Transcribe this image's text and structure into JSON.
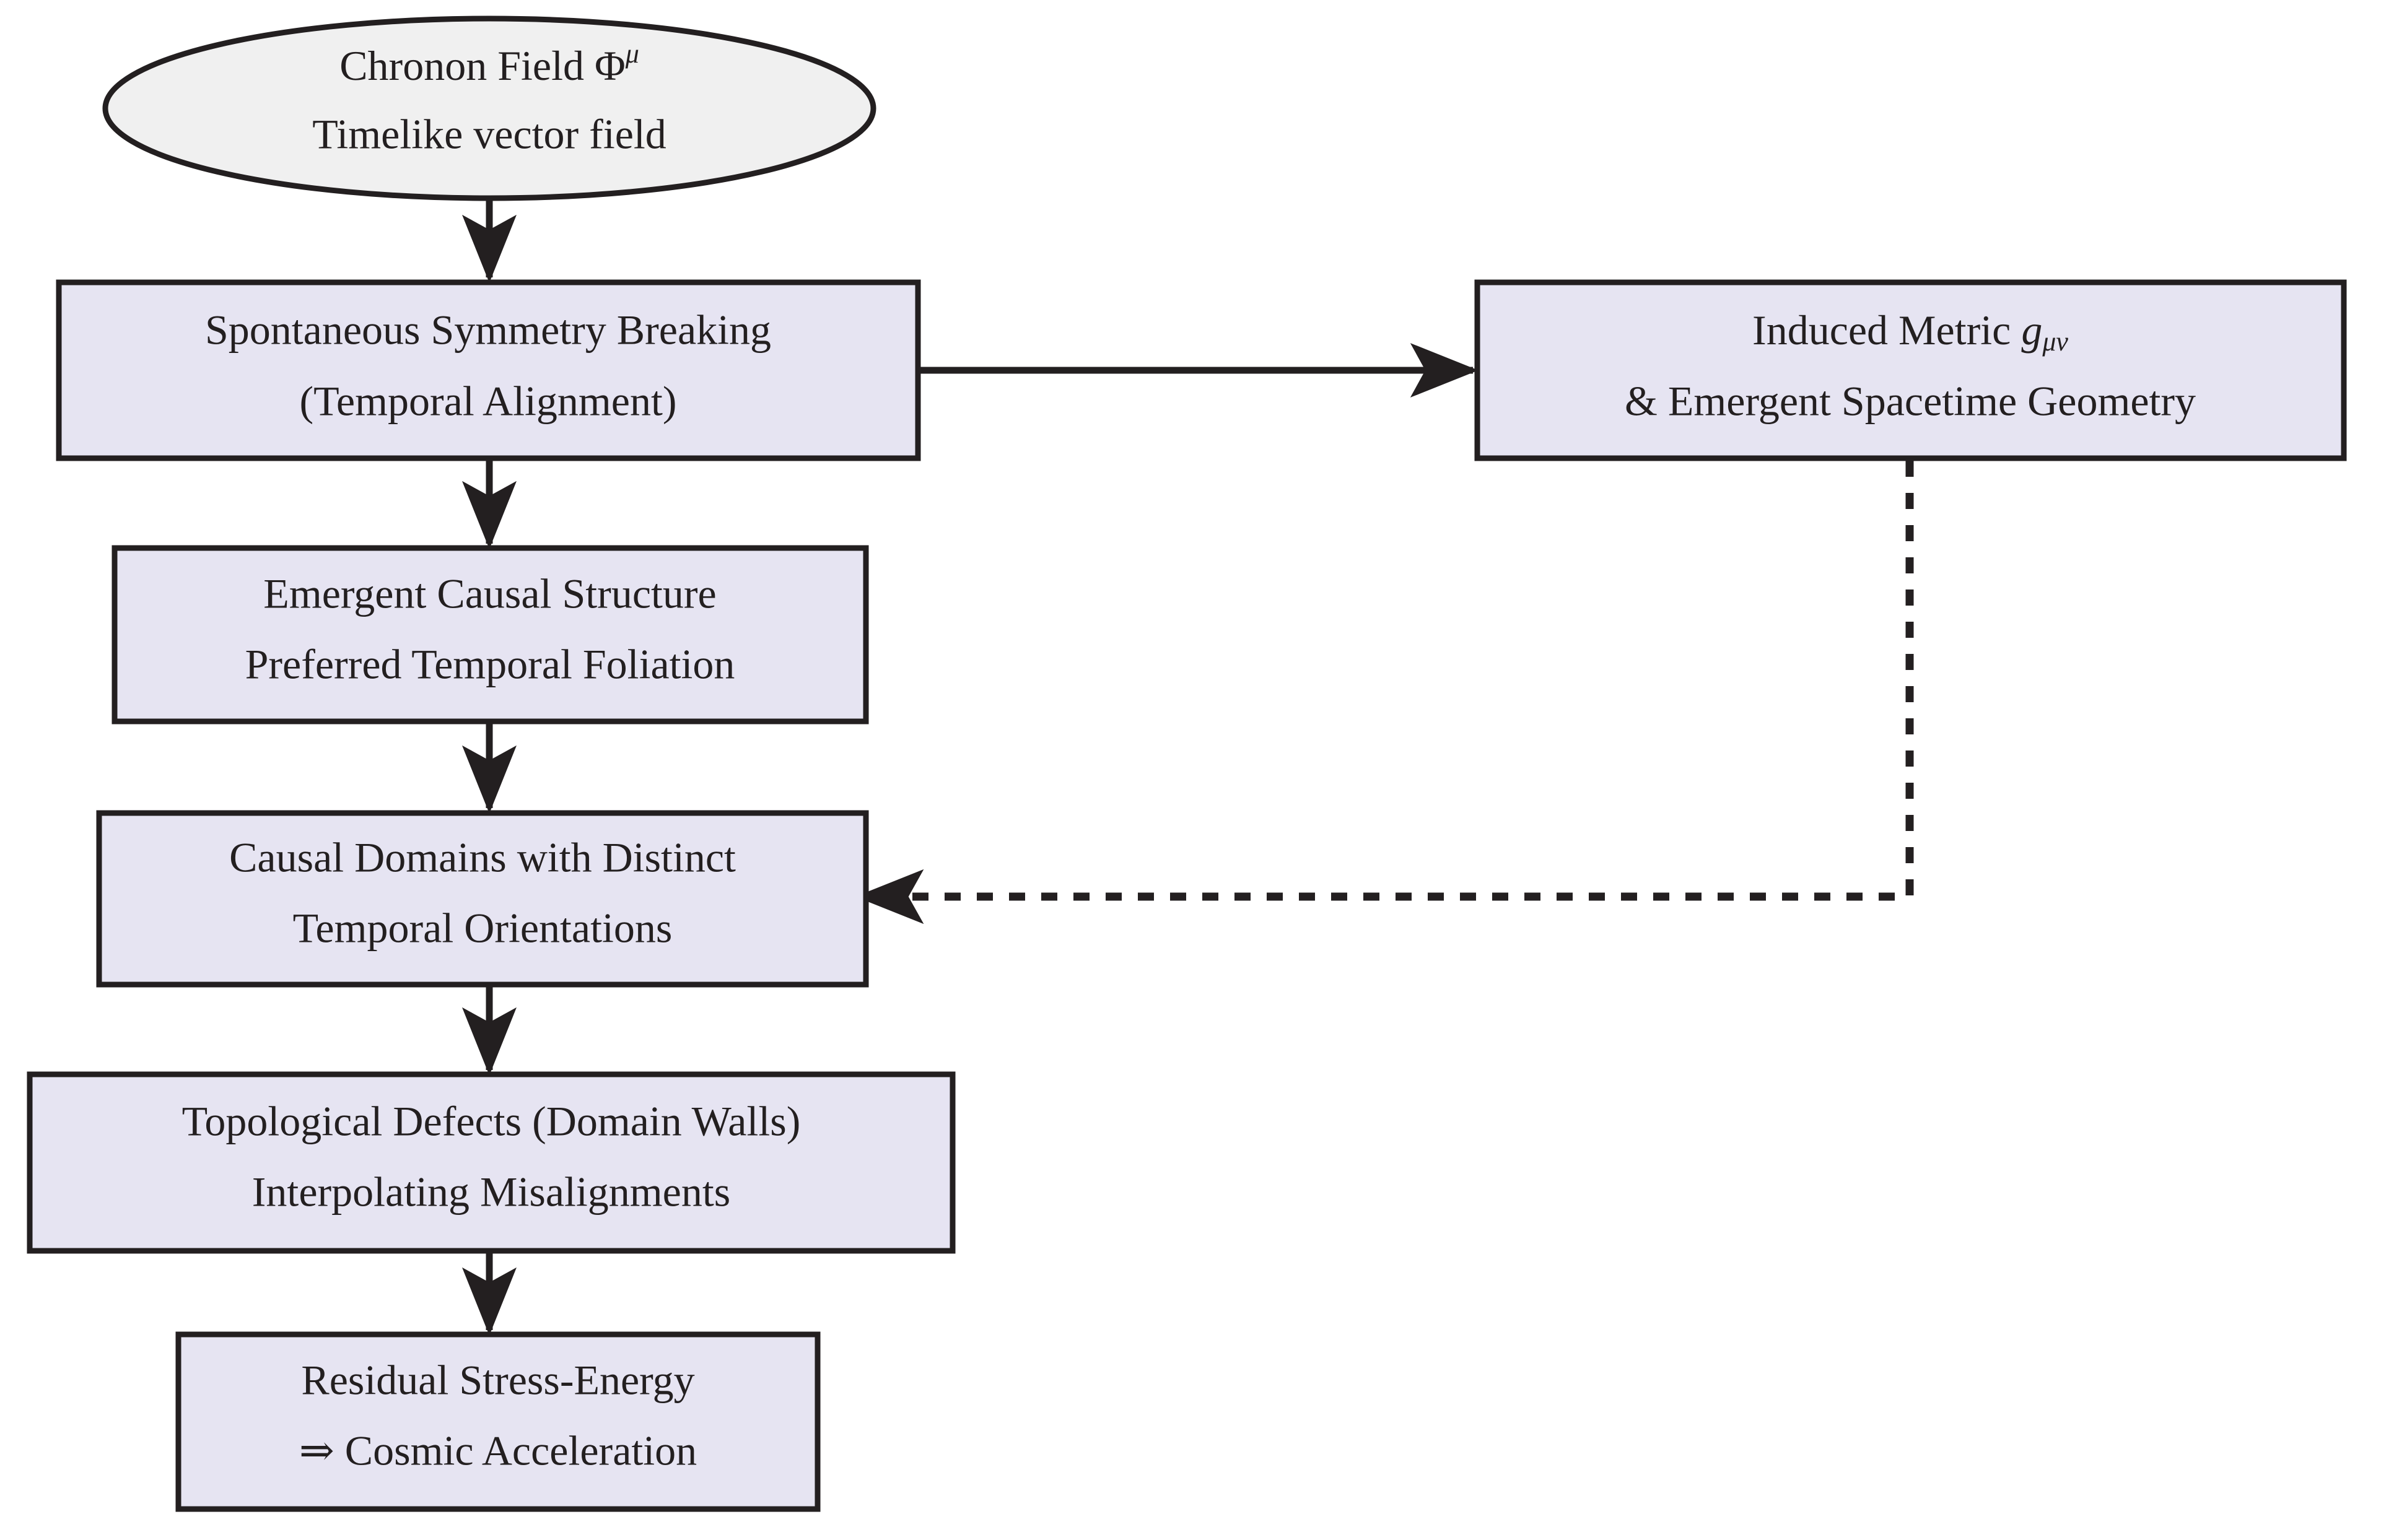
{
  "diagram": {
    "title": "Chronon field cosmology flowchart",
    "type": "flowchart",
    "background_color": "#ffffff",
    "box_fill_color": "#e6e4f2",
    "ellipse_fill_color": "#f0f0f0",
    "stroke_color": "#231f20",
    "nodes": [
      {
        "id": "chronon-field",
        "shape": "ellipse",
        "lines": [
          "Chronon Field Φμ",
          "Timelike vector field"
        ],
        "line1_main": "Chronon Field Φ",
        "line1_sup": "μ",
        "line2": "Timelike vector field"
      },
      {
        "id": "symmetry-breaking",
        "shape": "box",
        "lines": [
          "Spontaneous Symmetry Breaking",
          "(Temporal Alignment)"
        ],
        "line1": "Spontaneous Symmetry Breaking",
        "line2": "(Temporal Alignment)"
      },
      {
        "id": "induced-metric",
        "shape": "box",
        "lines": [
          "Induced Metric gμν",
          "& Emergent Spacetime Geometry"
        ],
        "line1_main": "Induced Metric ",
        "line1_math": "g",
        "line1_sub": "μν",
        "line2": "& Emergent Spacetime Geometry"
      },
      {
        "id": "causal-structure",
        "shape": "box",
        "lines": [
          "Emergent Causal Structure",
          "Preferred Temporal Foliation"
        ],
        "line1": "Emergent Causal Structure",
        "line2": "Preferred Temporal Foliation"
      },
      {
        "id": "causal-domains",
        "shape": "box",
        "lines": [
          "Causal Domains with Distinct",
          "Temporal Orientations"
        ],
        "line1": "Causal Domains with Distinct",
        "line2": "Temporal Orientations"
      },
      {
        "id": "topological-defects",
        "shape": "box",
        "lines": [
          "Topological Defects (Domain Walls)",
          "Interpolating Misalignments"
        ],
        "line1": "Topological Defects (Domain Walls)",
        "line2": "Interpolating Misalignments"
      },
      {
        "id": "residual-stress-energy",
        "shape": "box",
        "lines": [
          "Residual Stress-Energy",
          "⇒ Cosmic Acceleration"
        ],
        "line1": "Residual Stress-Energy",
        "line2": "⇒ Cosmic Acceleration"
      }
    ],
    "edges": [
      {
        "id": "edge-chronon-to-ssb",
        "from": "chronon-field",
        "to": "symmetry-breaking",
        "style": "solid",
        "direction": "down"
      },
      {
        "id": "edge-ssb-to-metric",
        "from": "symmetry-breaking",
        "to": "induced-metric",
        "style": "solid",
        "direction": "right"
      },
      {
        "id": "edge-ssb-to-causal-structure",
        "from": "symmetry-breaking",
        "to": "causal-structure",
        "style": "solid",
        "direction": "down"
      },
      {
        "id": "edge-causal-structure-to-domains",
        "from": "causal-structure",
        "to": "causal-domains",
        "style": "solid",
        "direction": "down"
      },
      {
        "id": "edge-metric-to-domains",
        "from": "induced-metric",
        "to": "causal-domains",
        "style": "dashed",
        "direction": "left"
      },
      {
        "id": "edge-domains-to-defects",
        "from": "causal-domains",
        "to": "topological-defects",
        "style": "solid",
        "direction": "down"
      },
      {
        "id": "edge-defects-to-residual",
        "from": "topological-defects",
        "to": "residual-stress-energy",
        "style": "solid",
        "direction": "down"
      }
    ]
  }
}
